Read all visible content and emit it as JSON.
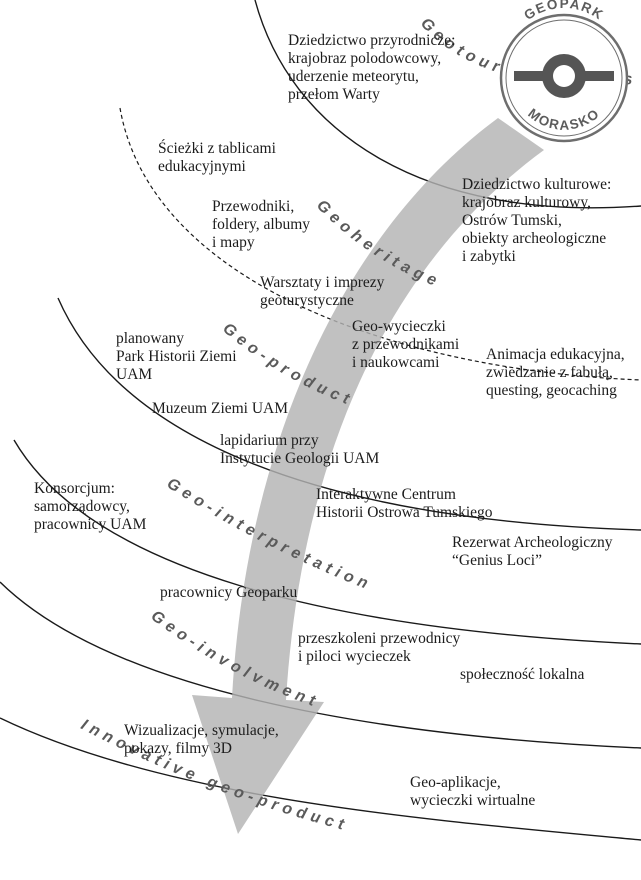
{
  "logo": {
    "top_text": "GEOPARK",
    "bottom_text": "MORASKO"
  },
  "bands": {
    "purpose": "Geotourism purpose",
    "heritage": "Geoheritage",
    "product": "Geo-product",
    "interpretation": "Geo-interpretation",
    "involvement": "Geo-involvment",
    "innovative": "Innovative geo-product"
  },
  "nodes": {
    "natural_heritage": "Dziedzictwo przyrodnicze:\nkrajobraz polodowcowy,\nuderzenie meteorytu,\nprzełom Warty",
    "educational_trails": "Ścieżki z tablicami\nedukacyjnymi",
    "guidebooks": "Przewodniki,\nfoldery, albumy\ni mapy",
    "cultural_heritage": "Dziedzictwo kulturowe:\nkrajobraz kulturowy,\nOstrów Tumski,\nobiekty archeologiczne\ni zabytki",
    "workshops": "Warsztaty i imprezy\ngeoturystyczne",
    "planned_park": "planowany\nPark Historii Ziemi\nUAM",
    "geo_trips": "Geo-wycieczki\nz przewodnikami\ni naukowcami",
    "edu_animation": "Animacja edukacyjna,\nzwiedzanie z fabułą,\nquesting, geocaching",
    "earth_museum": "Muzeum Ziemi UAM",
    "lapidarium": "lapidarium przy\nInstytucie Geologii UAM",
    "consortium": "Konsorcjum:\nsamorządowcy,\npracownicy UAM",
    "interactive_centre": "Interaktywne Centrum\nHistorii Ostrowa Tumskiego",
    "reserve": "Rezerwat Archeologiczny\n“Genius Loci”",
    "geopark_staff": "pracownicy Geoparku",
    "trained_guides": "przeszkoleni przewodnicy\ni piloci wycieczek",
    "local_community": "społeczność lokalna",
    "visualizations": "Wizualizacje, symulacje,\npokazy, filmy 3D",
    "geo_apps": "Geo-aplikacje,\nwycieczki wirtualne"
  },
  "colors": {
    "arrow": "#b3b3b3",
    "band_line": "#1a1a1a",
    "band_text": "#5a5a5a",
    "logo_ring": "#6e6e6e"
  }
}
